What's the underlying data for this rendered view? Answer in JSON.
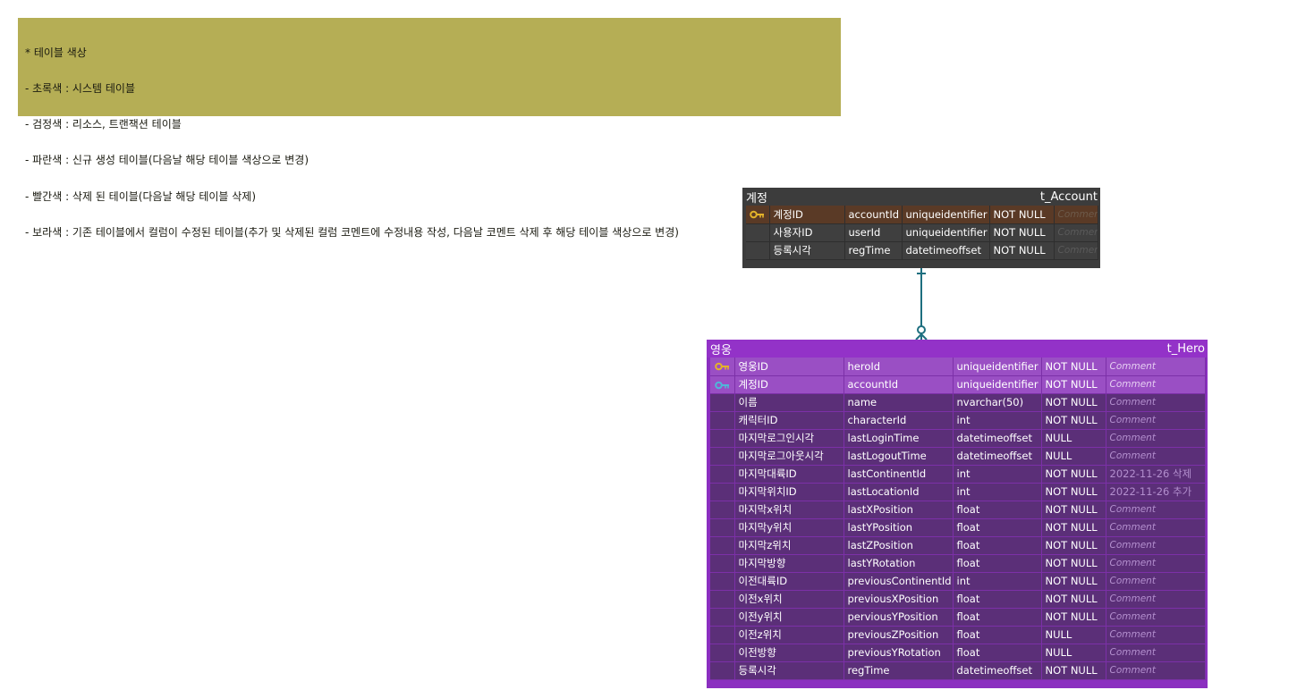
{
  "note": {
    "lines": [
      "* 테이블 색상",
      "- 초록색 : 시스템 테이블",
      "- 검정색 : 리소스, 트랜잭션 테이블",
      "- 파란색 : 신규 생성 테이블(다음날 해당 테이블 색상으로 변경)",
      "- 빨간색 : 삭제 된 테이블(다음날 해당 테이블 삭제)",
      "- 보라색 : 기존 테이블에서 컬럼이 수정된 테이블(추가 및 삭제된 컬럼 코멘트에 수정내용 작성, 다음날 코멘트 삭제 후 해당 테이블 색상으로 변경)"
    ]
  },
  "colors": {
    "note_bg": "#b5ae55",
    "account_header": "#3c3c3c",
    "hero_header": "#9332c8",
    "pk_key": "#e3b32a",
    "fk_key": "#4fb7d8",
    "relation_line": "#1e6f7f"
  },
  "entities": {
    "account": {
      "logical_name": "계정",
      "physical_name": "t_Account",
      "rows": [
        {
          "key": "pk",
          "logical": "계정ID",
          "physical": "accountId",
          "type": "uniqueidentifier",
          "null": "NOT NULL",
          "comment": "Comment"
        },
        {
          "key": "",
          "logical": "사용자ID",
          "physical": "userId",
          "type": "uniqueidentifier",
          "null": "NOT NULL",
          "comment": "Comment"
        },
        {
          "key": "",
          "logical": "등록시각",
          "physical": "regTime",
          "type": "datetimeoffset",
          "null": "NOT NULL",
          "comment": "Comment"
        }
      ]
    },
    "hero": {
      "logical_name": "영웅",
      "physical_name": "t_Hero",
      "rows": [
        {
          "key": "pk",
          "logical": "영웅ID",
          "physical": "heroId",
          "type": "uniqueidentifier",
          "null": "NOT NULL",
          "comment": "Comment"
        },
        {
          "key": "fk",
          "logical": "계정ID",
          "physical": "accountId",
          "type": "uniqueidentifier",
          "null": "NOT NULL",
          "comment": "Comment"
        },
        {
          "key": "",
          "logical": "이름",
          "physical": "name",
          "type": "nvarchar(50)",
          "null": "NOT NULL",
          "comment": "Comment"
        },
        {
          "key": "",
          "logical": "캐릭터ID",
          "physical": "characterId",
          "type": "int",
          "null": "NOT NULL",
          "comment": "Comment"
        },
        {
          "key": "",
          "logical": "마지막로그인시각",
          "physical": "lastLoginTime",
          "type": "datetimeoffset",
          "null": "NULL",
          "comment": "Comment"
        },
        {
          "key": "",
          "logical": "마지막로그아웃시각",
          "physical": "lastLogoutTime",
          "type": "datetimeoffset",
          "null": "NULL",
          "comment": "Comment"
        },
        {
          "key": "",
          "logical": "마지막대륙ID",
          "physical": "lastContinentId",
          "type": "int",
          "null": "NOT NULL",
          "comment": "2022-11-26 삭제"
        },
        {
          "key": "",
          "logical": "마지막위치ID",
          "physical": "lastLocationId",
          "type": "int",
          "null": "NOT NULL",
          "comment": "2022-11-26 추가"
        },
        {
          "key": "",
          "logical": "마지막x위치",
          "physical": "lastXPosition",
          "type": "float",
          "null": "NOT NULL",
          "comment": "Comment"
        },
        {
          "key": "",
          "logical": "마지막y위치",
          "physical": "lastYPosition",
          "type": "float",
          "null": "NOT NULL",
          "comment": "Comment"
        },
        {
          "key": "",
          "logical": "마지막z위치",
          "physical": "lastZPosition",
          "type": "float",
          "null": "NOT NULL",
          "comment": "Comment"
        },
        {
          "key": "",
          "logical": "마지막방향",
          "physical": "lastYRotation",
          "type": "float",
          "null": "NOT NULL",
          "comment": "Comment"
        },
        {
          "key": "",
          "logical": "이전대륙ID",
          "physical": "previousContinentId",
          "type": "int",
          "null": "NOT NULL",
          "comment": "Comment"
        },
        {
          "key": "",
          "logical": "이전x위치",
          "physical": "previousXPosition",
          "type": "float",
          "null": "NOT NULL",
          "comment": "Comment"
        },
        {
          "key": "",
          "logical": "이전y위치",
          "physical": "perviousYPosition",
          "type": "float",
          "null": "NOT NULL",
          "comment": "Comment"
        },
        {
          "key": "",
          "logical": "이전z위치",
          "physical": "previousZPosition",
          "type": "float",
          "null": "NULL",
          "comment": "Comment"
        },
        {
          "key": "",
          "logical": "이전방향",
          "physical": "previousYRotation",
          "type": "float",
          "null": "NULL",
          "comment": "Comment"
        },
        {
          "key": "",
          "logical": "등록시각",
          "physical": "regTime",
          "type": "datetimeoffset",
          "null": "NOT NULL",
          "comment": "Comment"
        }
      ]
    }
  }
}
